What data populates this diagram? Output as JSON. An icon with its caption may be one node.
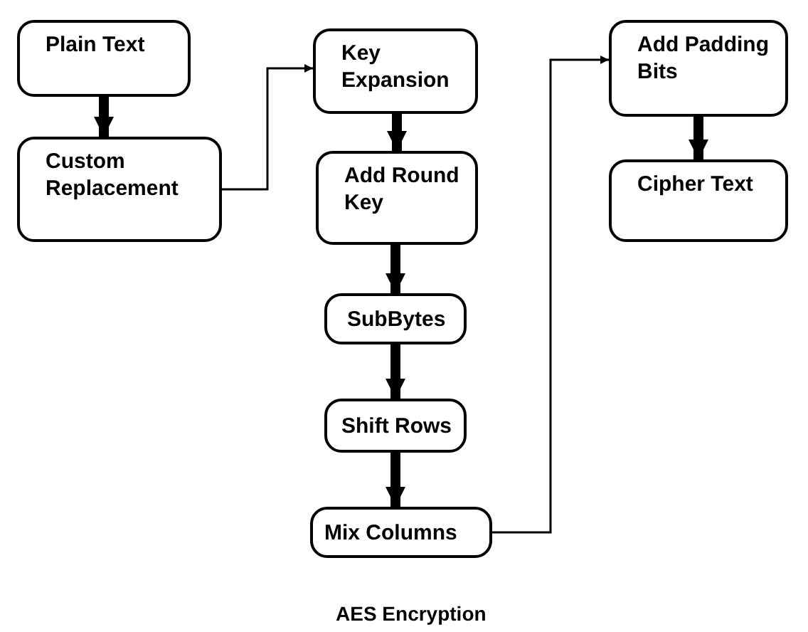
{
  "diagram": {
    "title": "AES Encryption",
    "nodes": [
      {
        "text": [
          "Plain Text"
        ]
      },
      {
        "text": [
          "Custom Replacement"
        ]
      },
      {
        "text": [
          "Key Expansion"
        ]
      },
      {
        "text": [
          "Add Round Key"
        ]
      },
      {
        "text": [
          "SubBytes"
        ]
      },
      {
        "text": [
          "Shift Rows"
        ]
      },
      {
        "text": [
          "Mix Columns"
        ]
      },
      {
        "text": [
          "Add Padding Bits"
        ]
      },
      {
        "text": [
          "Cipher Text"
        ]
      }
    ],
    "edges": [
      {
        "from": 0,
        "to": 1,
        "arrow": "to"
      },
      {
        "from": 1,
        "to": 2,
        "arrow": "to"
      },
      {
        "from": 2,
        "to": 3,
        "arrow": "to"
      },
      {
        "from": 3,
        "to": 4,
        "arrow": "to"
      },
      {
        "from": 4,
        "to": 5,
        "arrow": "to"
      },
      {
        "from": 5,
        "to": 6,
        "arrow": "to"
      },
      {
        "from": 6,
        "to": 7,
        "arrow": "to"
      },
      {
        "from": 7,
        "to": 8,
        "arrow": "to"
      }
    ]
  }
}
